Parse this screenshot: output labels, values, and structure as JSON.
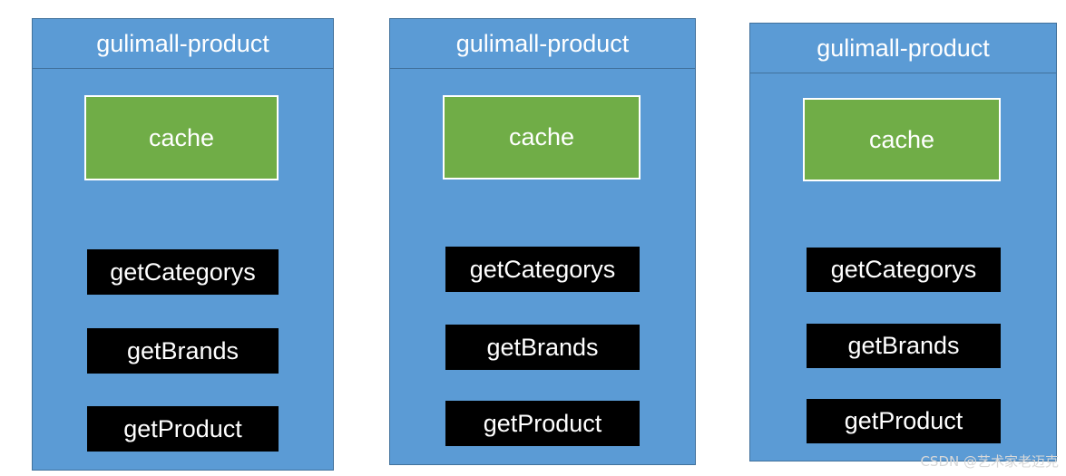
{
  "services": [
    {
      "title": "gulimall-product",
      "cache_label": "cache",
      "methods": [
        "getCategorys",
        "getBrands",
        "getProduct"
      ]
    },
    {
      "title": "gulimall-product",
      "cache_label": "cache",
      "methods": [
        "getCategorys",
        "getBrands",
        "getProduct"
      ]
    },
    {
      "title": "gulimall-product",
      "cache_label": "cache",
      "methods": [
        "getCategorys",
        "getBrands",
        "getProduct"
      ]
    }
  ],
  "watermark": "CSDN @艺术家老迈克",
  "colors": {
    "service_fill": "#5b9bd5",
    "cache_fill": "#70ad47",
    "method_fill": "#000000",
    "text": "#ffffff"
  }
}
